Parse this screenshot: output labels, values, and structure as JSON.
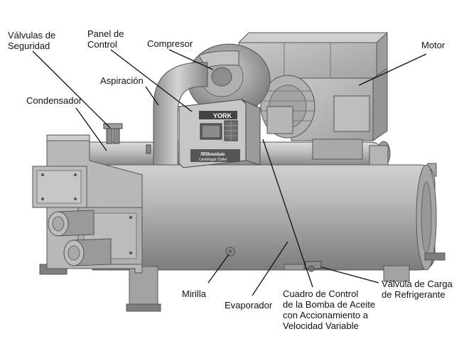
{
  "labels": {
    "valvulas_seguridad": "Válvulas de\nSeguridad",
    "panel_control": "Panel de\nControl",
    "compresor": "Compresor",
    "motor": "Motor",
    "aspiracion": "Aspiración",
    "condensador": "Condensador",
    "mirilla": "Mirilla",
    "evaporador": "Evaporador",
    "cuadro_control": "Cuadro de Control\nde la Bomba de Aceite\ncon Accionamiento a\nVelocidad Variable",
    "valvula_carga": "Válvula de Carga\nde Refrigerante"
  },
  "panel": {
    "brand": "YORK",
    "model": "Millennium",
    "subtitle": "Centrifugal Chiller"
  }
}
